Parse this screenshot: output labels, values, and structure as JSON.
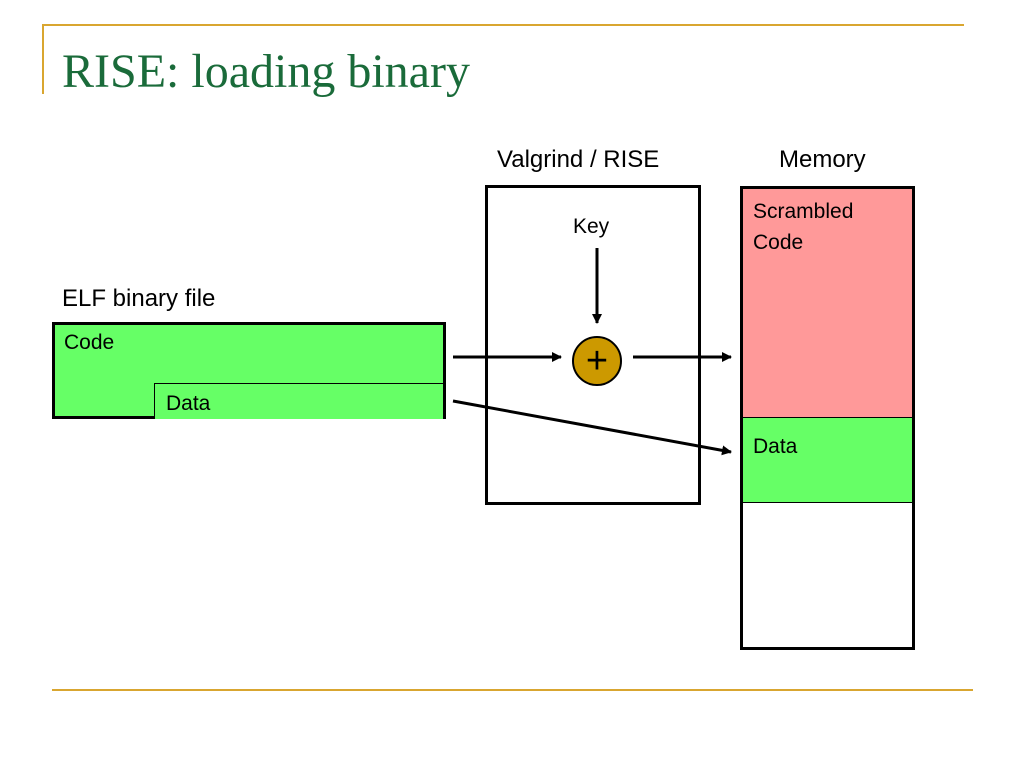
{
  "slide": {
    "title": "RISE: loading binary"
  },
  "elf": {
    "title": "ELF binary file",
    "code_label": "Code",
    "data_label": "Data"
  },
  "valgrind": {
    "title": "Valgrind / RISE",
    "key_label": "Key",
    "operator_symbol": "+"
  },
  "memory": {
    "title": "Memory",
    "scrambled_label_line1": "Scrambled",
    "scrambled_label_line2": "Code",
    "data_label": "Data"
  },
  "colors": {
    "title_text": "#1a6b3a",
    "accent_rule": "#d9a630",
    "plain_section": "#66ff66",
    "scrambled_section": "#ff9999",
    "operator_fill": "#cc9900"
  }
}
